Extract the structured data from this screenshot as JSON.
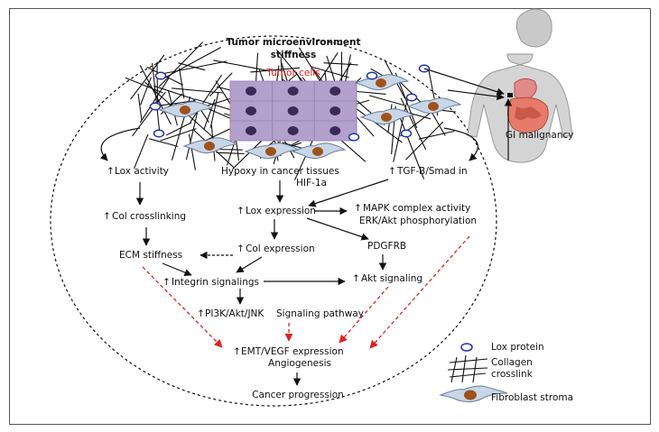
{
  "title_line1": "Tumor microenvironment",
  "title_line2": "stiffness",
  "tumor_cells": "Tumor cells",
  "gi_malignancy": "GI malignancy",
  "lox_activity": "Lox activity",
  "col_crosslinking": "Col crosslinking",
  "ecm_stiffness": "ECM stiffness",
  "integrin_signalings": "Integrin signalings",
  "pi3k": "PI3K/Akt/JNK",
  "signaling_pathway": "Signaling pathway",
  "hypoxy": "Hypoxy in cancer tissues",
  "hif": "HIF-1a",
  "lox_expression": "Lox expression",
  "col_expression": "Col expression",
  "tgf": "TGF-B/Smad in",
  "mapk": "MAPK complex activity",
  "erk": "ERK/Akt phosphorylation",
  "pdgfrb": "PDGFRB",
  "akt_signaling": "Akt signaling",
  "emt": "EMT/VEGF expression",
  "angiogenesis": "Angiogenesis",
  "cancer_progression": "Cancer progression",
  "legend": {
    "lox_protein": "Lox protein",
    "collagen_line1": "Collagen",
    "collagen_line2": "crosslink",
    "fibroblast": "Fibroblast stroma"
  },
  "colors": {
    "arrow_black": "#111111",
    "arrow_red": "#e02020",
    "cell_fill": "#b3a0cc",
    "nucleus": "#3a2a5a",
    "lox": "#1f2fb0",
    "fibro_nucleus": "#a0521a"
  }
}
